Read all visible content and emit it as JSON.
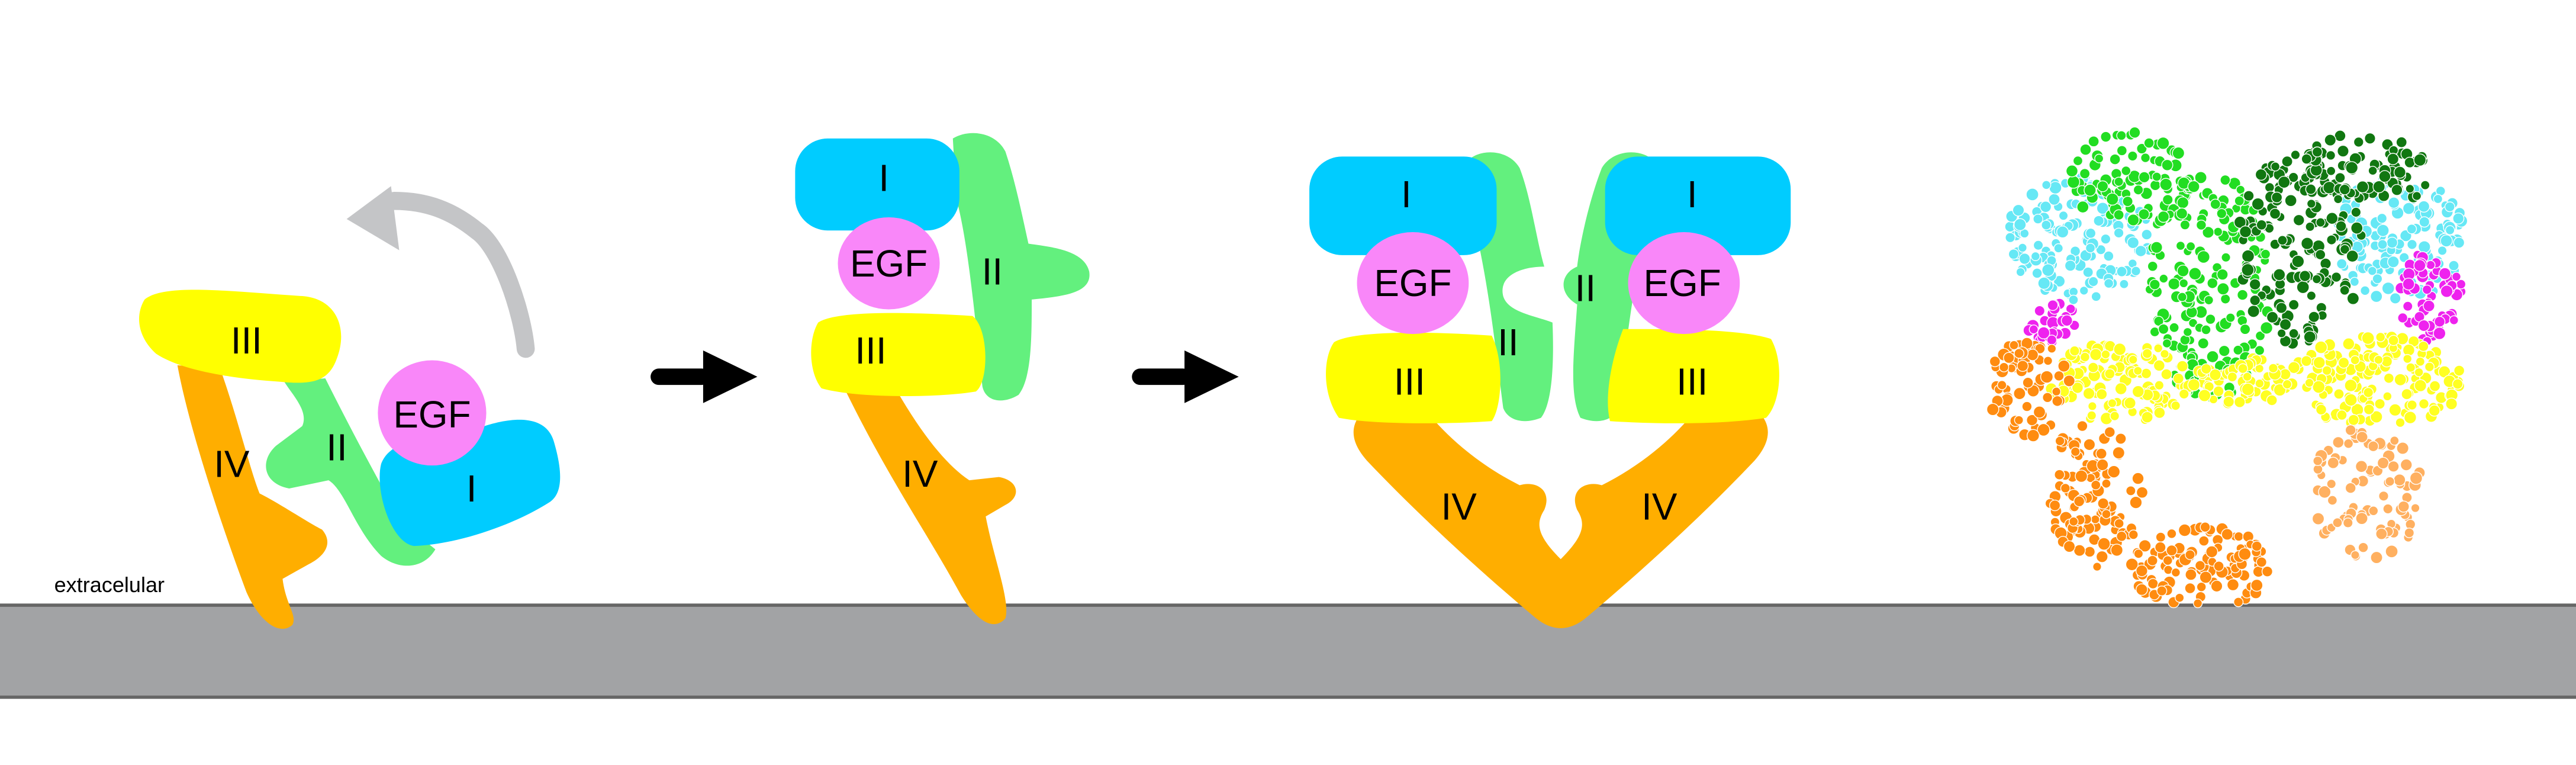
{
  "membrane_label": "extracelular",
  "domains": {
    "I": "I",
    "II": "II",
    "III": "III",
    "IV": "IV",
    "EGF": "EGF"
  },
  "colors": {
    "domain_I": "#00ccff",
    "domain_II": "#63f07e",
    "domain_III": "#ffff00",
    "domain_IV": "#ffae00",
    "egf": "#f987f9",
    "membrane": "#a2a3a5",
    "membrane_border": "#666666",
    "rotation_arrow": "#c4c5c7",
    "step_arrow": "#000000"
  },
  "panels": [
    "tethered-monomer",
    "extended-monomer",
    "dimer",
    "crystal-structure"
  ]
}
